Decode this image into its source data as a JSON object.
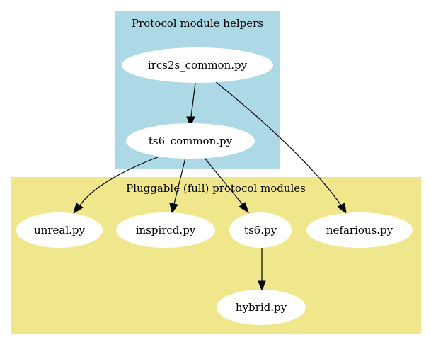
{
  "clusters": {
    "helpers": {
      "label": "Protocol module helpers",
      "color": "#add8e6"
    },
    "modules": {
      "label": "Pluggable (full) protocol modules",
      "color": "#f0e68c"
    }
  },
  "nodes": {
    "ircs2s_common": {
      "label": "ircs2s_common.py"
    },
    "ts6_common": {
      "label": "ts6_common.py"
    },
    "unreal": {
      "label": "unreal.py"
    },
    "inspircd": {
      "label": "inspircd.py"
    },
    "ts6": {
      "label": "ts6.py"
    },
    "nefarious": {
      "label": "nefarious.py"
    },
    "hybrid": {
      "label": "hybrid.py"
    }
  },
  "edges": [
    {
      "from": "ircs2s_common.py",
      "to": "ts6_common.py"
    },
    {
      "from": "ircs2s_common.py",
      "to": "nefarious.py"
    },
    {
      "from": "ts6_common.py",
      "to": "unreal.py"
    },
    {
      "from": "ts6_common.py",
      "to": "inspircd.py"
    },
    {
      "from": "ts6_common.py",
      "to": "ts6.py"
    },
    {
      "from": "ts6.py",
      "to": "hybrid.py"
    }
  ]
}
